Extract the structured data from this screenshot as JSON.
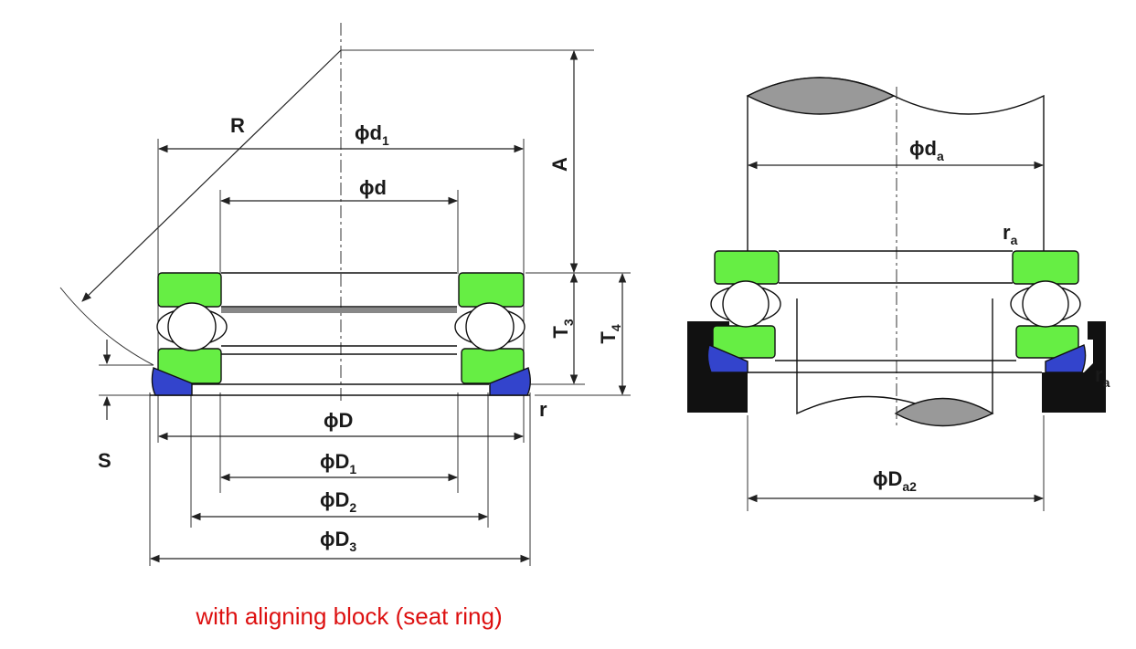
{
  "left_view": {
    "labels": {
      "R": "R",
      "d1_base": "ϕd",
      "d1_sub": "1",
      "d": "ϕd",
      "A": "A",
      "T3_base": "T",
      "T3_sub": "3",
      "T4_base": "T",
      "T4_sub": "4",
      "S": "S",
      "r": "r",
      "D": "ϕD",
      "D1_base": "ϕD",
      "D1_sub": "1",
      "D2_base": "ϕD",
      "D2_sub": "2",
      "D3_base": "ϕD",
      "D3_sub": "3"
    }
  },
  "right_view": {
    "labels": {
      "da_base": "ϕd",
      "da_sub": "a",
      "ra_base": "r",
      "ra_sub": "a",
      "ra2_base": "r",
      "ra2_sub": "a",
      "Da2_base": "ϕD",
      "Da2_sub": "a2"
    }
  },
  "caption": "with aligning block (seat ring)",
  "colors": {
    "washer_green": "#66ee44",
    "seat_blue": "#3344cc",
    "housing_black": "#111111",
    "shaft_grey": "#999999",
    "caption_red": "#dd1111"
  }
}
